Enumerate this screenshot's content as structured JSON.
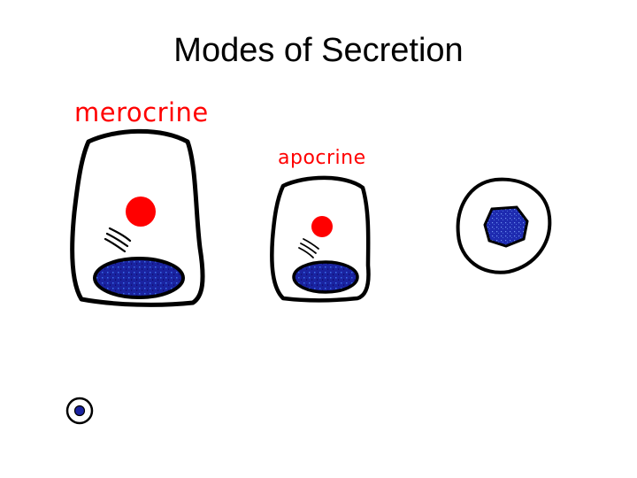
{
  "slide": {
    "title": "Modes of Secretion"
  },
  "labels": {
    "merocrine": "merocrine",
    "apocrine": "apocrine"
  },
  "colors": {
    "label": "#ff0000",
    "secretory_granule": "#ff0000",
    "nucleus": "#1a23a0",
    "nucleus_speckle": "#3a6ee8",
    "cell_outline": "#000000"
  },
  "icons": {
    "merocrine_cell": "cell-with-granule-icon",
    "apocrine_cell": "cell-with-granule-icon",
    "holocrine_cell": "rounded-cell-icon",
    "small_cell": "small-cell-icon"
  }
}
